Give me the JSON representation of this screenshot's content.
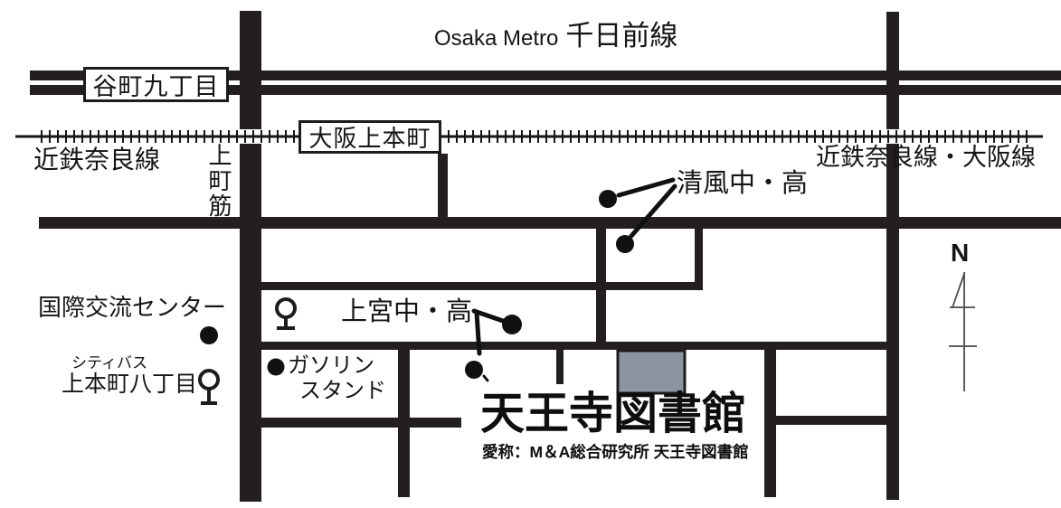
{
  "map": {
    "metro": {
      "operator": "Osaka Metro",
      "line": "千日前線"
    },
    "stations": {
      "tanimachi9": "谷町九丁目",
      "osaka_uehommachi": "大阪上本町"
    },
    "railways": {
      "kintetsu_nara": "近鉄奈良線",
      "kintetsu_nara_osaka": "近鉄奈良線・大阪線"
    },
    "streets": {
      "uemachi_suji": "上町筋"
    },
    "places": {
      "seifu_school": "清風中・高",
      "kokusai_center": "国際交流センター",
      "citybus": "シティバス",
      "uehommachi_8chome": "上本町八丁目",
      "uenomiya_school": "上宮中・高",
      "gas_station_line1": "ガソリン",
      "gas_station_line2": "スタンド"
    },
    "library": {
      "name": "天王寺図書館",
      "subtitle": "愛称：M＆A総合研究所 天王寺図書館"
    },
    "compass": {
      "north": "N"
    },
    "colors": {
      "road": "#231f20",
      "building_fill": "#8d93a0"
    }
  }
}
